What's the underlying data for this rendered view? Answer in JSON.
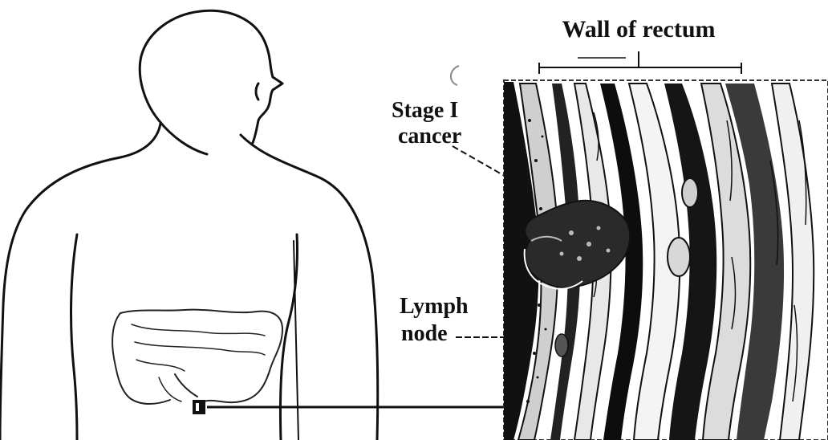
{
  "labels": {
    "wall_of_rectum": "Wall of rectum",
    "stage_cancer_line1": "Stage I",
    "stage_cancer_line2": "cancer",
    "lymph_node_line1": "Lymph",
    "lymph_node_line2": "node"
  },
  "colors": {
    "ink": "#111111",
    "background": "#ffffff"
  }
}
